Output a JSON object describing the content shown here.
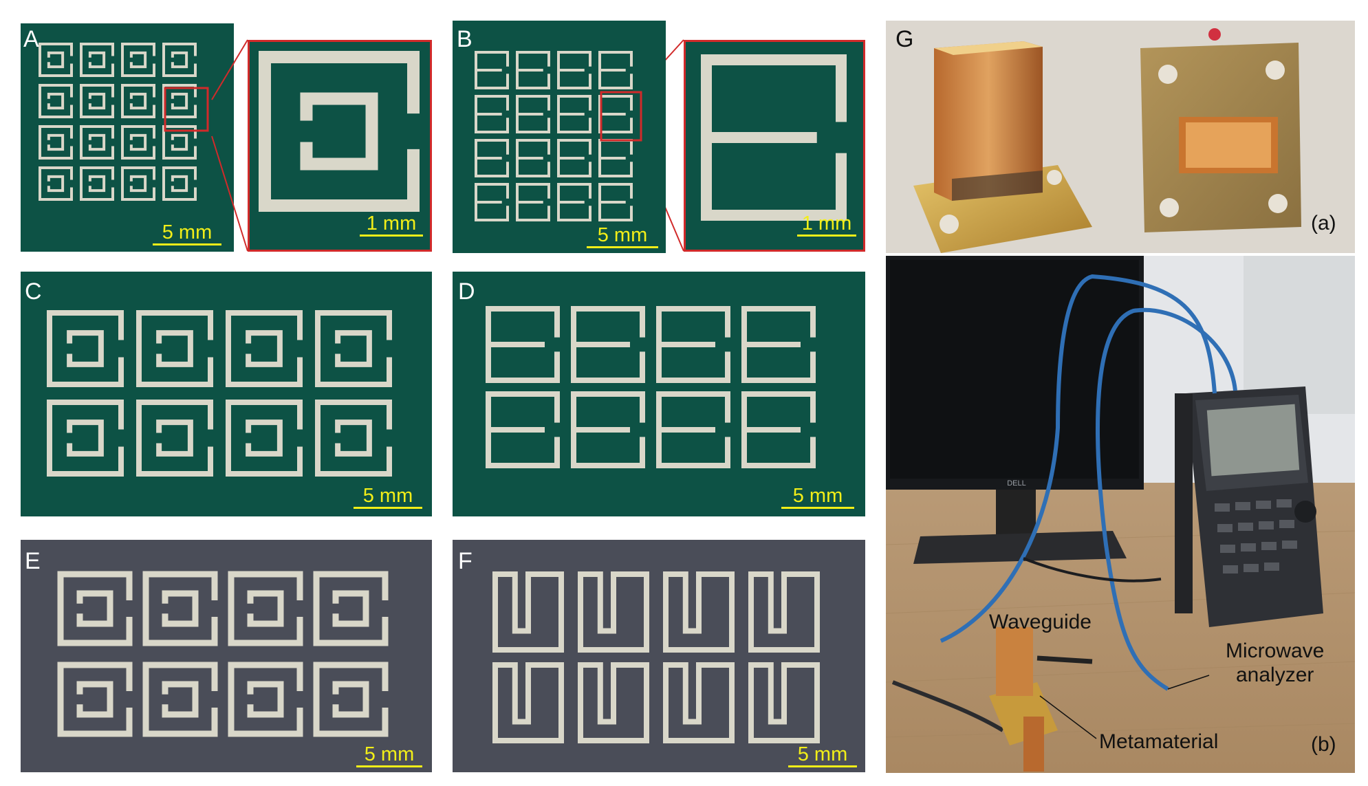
{
  "figure": {
    "panels": [
      {
        "key": "A",
        "label": "A",
        "scale": "5 mm",
        "inset_scale": "1 mm"
      },
      {
        "key": "B",
        "label": "B",
        "scale": "5 mm",
        "inset_scale": "1 mm"
      },
      {
        "key": "C",
        "label": "C",
        "scale": "5 mm"
      },
      {
        "key": "D",
        "label": "D",
        "scale": "5 mm"
      },
      {
        "key": "E",
        "label": "E",
        "scale": "5 mm"
      },
      {
        "key": "F",
        "label": "F",
        "scale": "5 mm"
      },
      {
        "key": "G",
        "label": "G",
        "sub_a": "(a)",
        "sub_b": "(b)"
      }
    ],
    "annotations": {
      "waveguide": "Waveguide",
      "analyzer": "Microwave\nanalyzer",
      "metamaterial": "Metamaterial"
    },
    "monitor_brand": "DELL"
  },
  "colors": {
    "substrate_green": "#0d5245",
    "substrate_grey": "#4a4d58",
    "trace_silver": "#d9d7c9",
    "inset_frame": "#d12a2a",
    "scale_yellow": "#f2ee18",
    "brass": "#c79a3c",
    "cable_blue": "#2f6fb5",
    "desk": "#c4a57f"
  },
  "images": {
    "A": {
      "description": "4x4 array of square split-ring resonators printed on green substrate"
    },
    "B": {
      "description": "4x4 array of E-shaped resonators printed on green substrate"
    },
    "C": {
      "description": "2x4 array of split-ring resonators on green substrate"
    },
    "D": {
      "description": "2x4 array of E-shaped resonators on green substrate"
    },
    "E": {
      "description": "2x4 array of split-ring resonators on grey substrate"
    },
    "F": {
      "description": "2x4 array of W-shaped resonators on grey substrate"
    },
    "G": {
      "description": "Brass waveguide adapters (a) and measurement setup with microwave analyzer (b)"
    }
  }
}
